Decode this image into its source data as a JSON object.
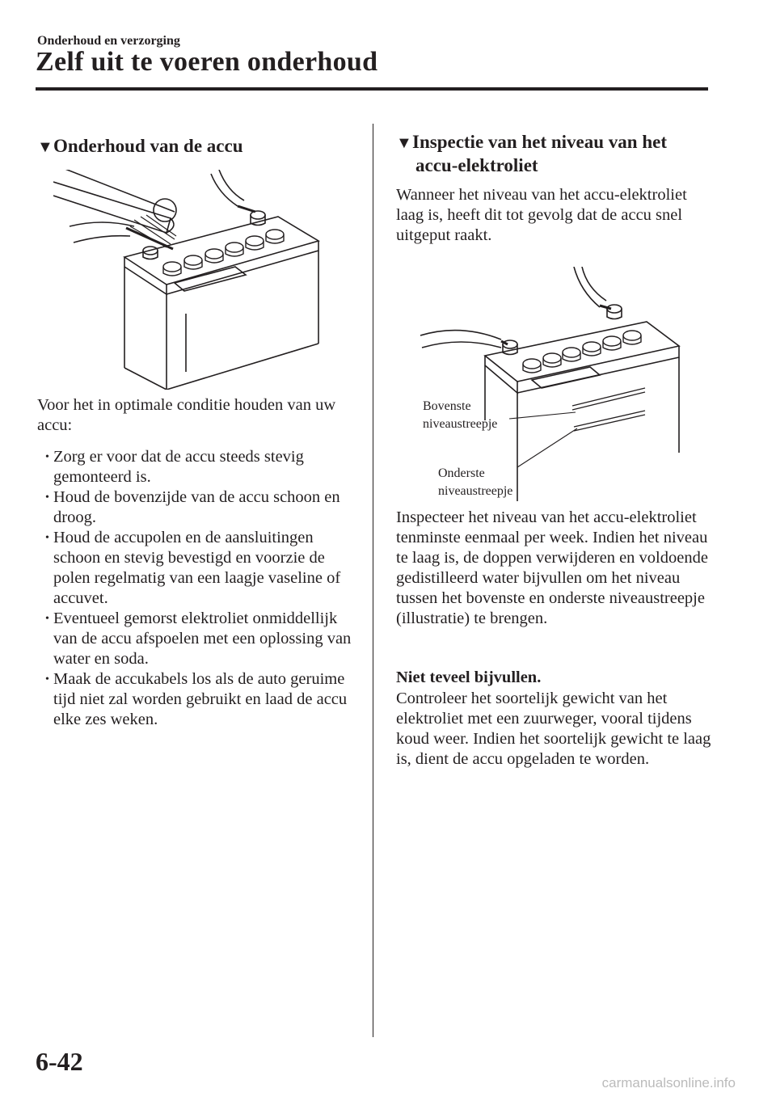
{
  "header": {
    "section_label": "Onderhoud en verzorging",
    "title": "Zelf uit te voeren onderhoud"
  },
  "left": {
    "heading_icon": "triangle-down-icon",
    "heading": "Onderhoud van de accu",
    "intro": "Voor het in optimale conditie houden van uw accu:",
    "bullets": [
      "Zorg er voor dat de accu steeds stevig gemonteerd is.",
      "Houd de bovenzijde van de accu schoon en droog.",
      "Houd de accupolen en de aansluitingen schoon en stevig bevestigd en voorzie de polen regelmatig van een laagje vaseline of accuvet.",
      "Eventueel gemorst elektroliet onmiddellijk van de accu afspoelen met een oplossing van water en soda.",
      "Maak de accukabels los als de auto geruime tijd niet zal worden gebruikt en laad de accu elke zes weken."
    ]
  },
  "right": {
    "heading_line1": "Inspectie van het niveau van het",
    "heading_line2": "accu-elektroliet",
    "intro": "Wanneer het niveau van het accu-elektroliet laag is, heeft dit tot gevolg dat de accu snel uitgeput raakt.",
    "callout_upper_1": "Bovenste",
    "callout_upper_2": "niveaustreepje",
    "callout_lower_1": "Onderste",
    "callout_lower_2": "niveaustreepje",
    "inspect_text": "Inspecteer het niveau van het accu-elektroliet tenminste eenmaal per week. Indien het niveau te laag is, de doppen verwijderen en voldoende gedistilleerd water bijvullen om het niveau tussen het bovenste en onderste niveaustreepje (illustratie) te brengen.",
    "warning_bold": "Niet teveel bijvullen.",
    "warning_text": "Controleer het soortelijk gewicht van het elektroliet met een zuurweger, vooral tijdens koud weer. Indien het soortelijk gewicht te laag is, dient de accu opgeladen te worden."
  },
  "footer": {
    "page_number": "6-42",
    "watermark": "carmanualsonline.info"
  }
}
